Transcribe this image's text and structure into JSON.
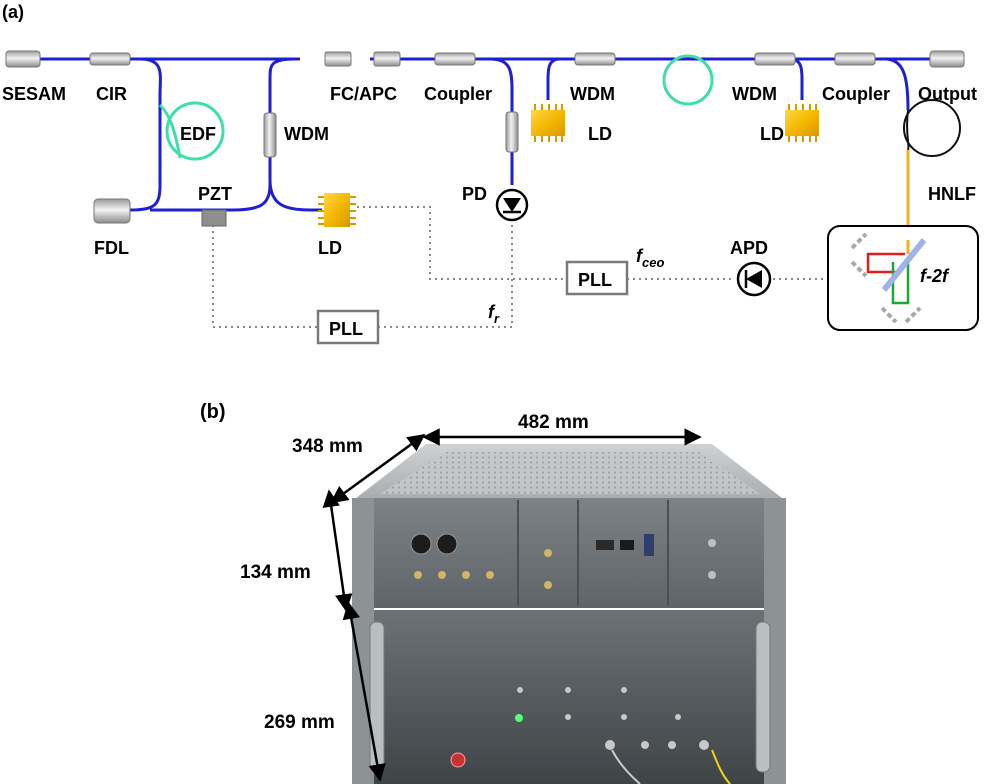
{
  "panel_a": {
    "label": "(a)",
    "components": {
      "sesam": "SESAM",
      "cir": "CIR",
      "edf": "EDF",
      "fdl": "FDL",
      "pzt": "PZT",
      "wdm_left": "WDM",
      "ld_pump_left": "LD",
      "fc_apc": "FC/APC",
      "coupler_left": "Coupler",
      "pd": "PD",
      "wdm_mid": "WDM",
      "ld_mid": "LD",
      "wdm_right": "WDM",
      "ld_right": "LD",
      "coupler_right": "Coupler",
      "output": "Output",
      "hnlf": "HNLF",
      "apd": "APD",
      "f2f": "f-2f",
      "pll_ceo": "PLL",
      "pll_rep": "PLL",
      "fceo_main": "f",
      "fceo_sub": "ceo",
      "fr_main": "f",
      "fr_sub": "r"
    },
    "colors": {
      "fiber": "#1f1fd6",
      "edf_fiber": "#3ee0a6",
      "hnlf_fiber": "#f2b21a",
      "control_line": "#8a8a8a",
      "ld_body": "#f4b800",
      "red_path": "#e01e1e",
      "green_path": "#1aa83a",
      "mirror": "#a9a9a9",
      "beamsplitter": "#9fb4e6"
    }
  },
  "panel_b": {
    "label": "(b)",
    "depth_label": "348 mm",
    "width_label": "482 mm",
    "upper_height_label": "134 mm",
    "lower_height_label": "269 mm"
  }
}
